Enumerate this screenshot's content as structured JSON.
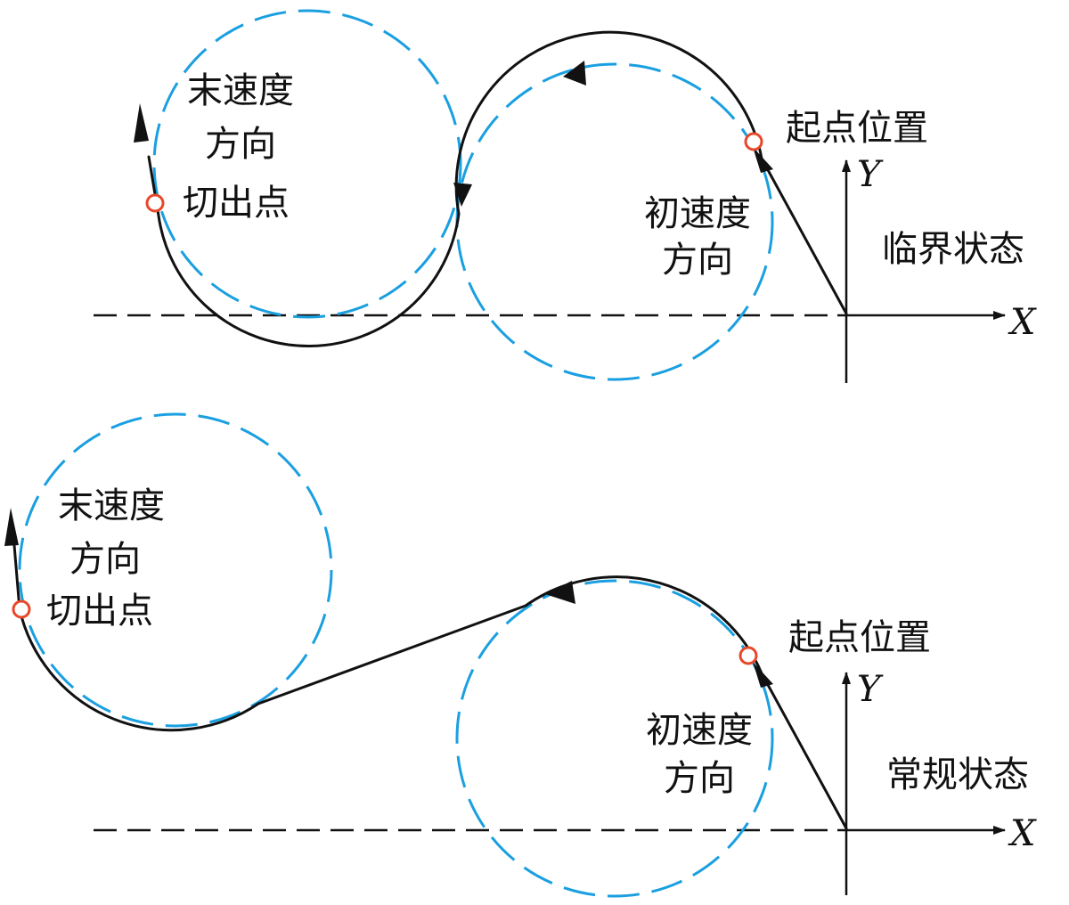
{
  "colors": {
    "trajectory": "#111111",
    "guide_circle": "#1a9fe0",
    "key_point": "#e8482a",
    "axes": "#111111"
  },
  "axes": {
    "x_label": "X",
    "y_label": "Y"
  },
  "panels": [
    {
      "state_label": "临界状态",
      "start_label": "起点位置",
      "init_dir_label": [
        "初速度",
        "方向"
      ],
      "end_dir_label": [
        "末速度",
        "方向"
      ],
      "exit_label": "切出点"
    },
    {
      "state_label": "常规状态",
      "start_label": "起点位置",
      "init_dir_label": [
        "初速度",
        "方向"
      ],
      "end_dir_label": [
        "末速度",
        "方向"
      ],
      "exit_label": "切出点"
    }
  ]
}
